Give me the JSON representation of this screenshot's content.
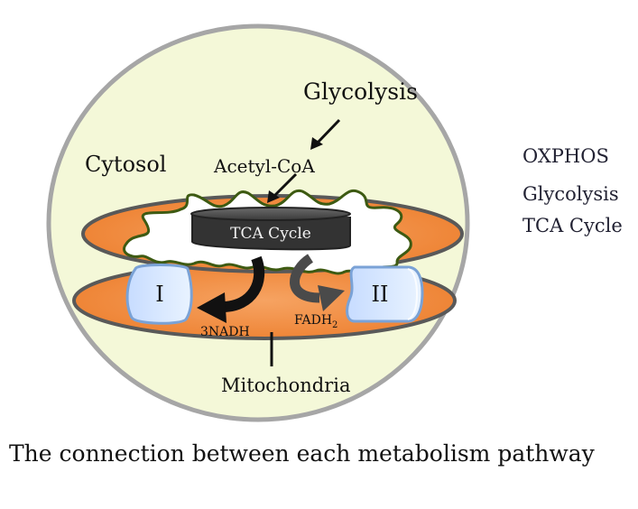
{
  "diagram": {
    "labels": {
      "glycolysis": "Glycolysis",
      "cytosol": "Cytosol",
      "acetyl_coa": "Acetyl-CoA",
      "tca_cycle": "TCA Cycle",
      "complex_1": "I",
      "complex_2": "II",
      "nadh": "3NADH",
      "fadh_base": "FADH",
      "fadh_sub": "2",
      "mitochondria": "Mitochondria"
    },
    "legend": [
      "OXPHOS",
      "Glycolysis",
      "TCA Cycle"
    ],
    "caption": "The connection between each metabolism pathway"
  },
  "colors": {
    "cell_fill": "#f4f8d8",
    "cell_border": "#a6a6a6",
    "mito_fill": "#f08a3c",
    "mito_border": "#595959",
    "cristae_fill": "#ffffff",
    "cristae_border": "#3d5a12",
    "tca_fill": "#3a3a3a",
    "complex_fill": "#d6e8ff",
    "complex_border": "#7aa2d6",
    "arrow": "#111111"
  }
}
